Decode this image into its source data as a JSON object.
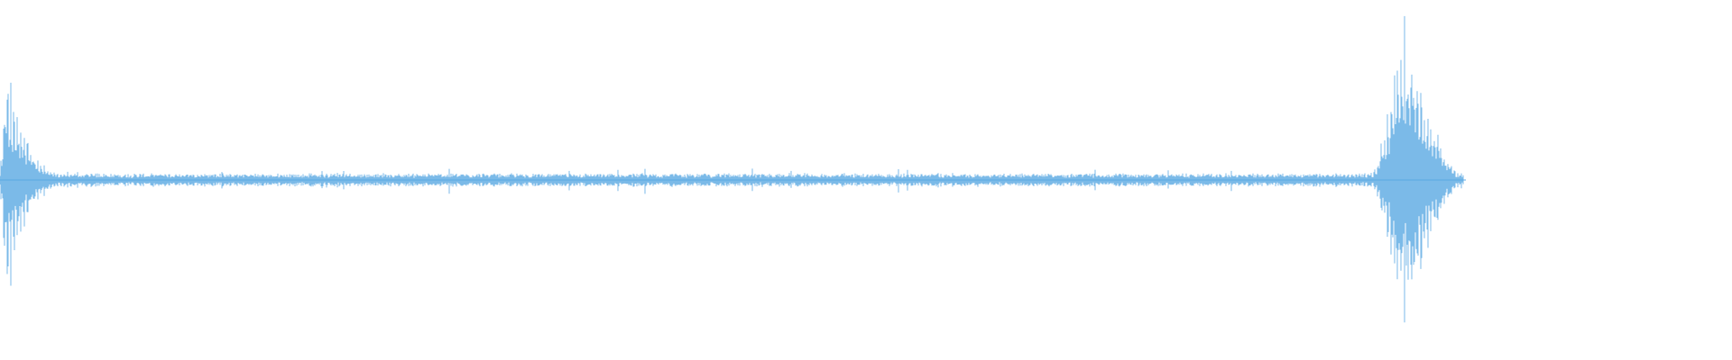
{
  "waveform": {
    "color": "#5aa9e3",
    "segments": [
      {
        "kind": "burst",
        "start": 0.0,
        "end": 0.045,
        "peak": 0.78,
        "attack": 0.08,
        "decay": "exponential",
        "density": "dense"
      },
      {
        "kind": "noise",
        "start": 0.045,
        "end": 0.79,
        "level": 0.04,
        "density": "sparse"
      },
      {
        "kind": "burst",
        "start": 0.79,
        "end": 0.845,
        "peak": 1.0,
        "attack": 0.35,
        "decay": "smooth",
        "density": "dense"
      },
      {
        "kind": "silence",
        "start": 0.845,
        "end": 1.0
      }
    ]
  }
}
